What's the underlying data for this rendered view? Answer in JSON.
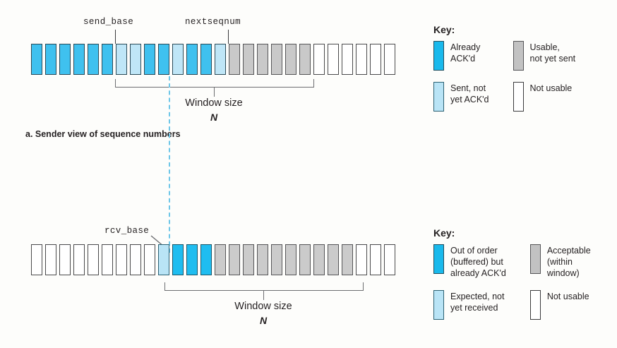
{
  "figure": {
    "sender": {
      "caption": "a. Sender view of sequence numbers",
      "pointer_send_base": "send_base",
      "pointer_nextseqnum": "nextseqnum",
      "window_label": "Window size",
      "window_n": "N",
      "cells": [
        "acked",
        "acked",
        "acked",
        "acked",
        "acked",
        "acked",
        "sent",
        "sent",
        "acked",
        "acked",
        "sent",
        "acked",
        "acked",
        "sent",
        "usable",
        "usable",
        "usable",
        "usable",
        "usable",
        "usable",
        "notusable",
        "notusable",
        "notusable",
        "notusable",
        "notusable",
        "notusable"
      ],
      "send_base_index": 6,
      "nextseqnum_index": 14,
      "window_start_index": 6,
      "window_end_index": 19,
      "window_count": 14
    },
    "receiver": {
      "pointer_rcv_base": "rcv_base",
      "window_label": "Window size",
      "window_n": "N",
      "cells": [
        "notusable",
        "notusable",
        "notusable",
        "notusable",
        "notusable",
        "notusable",
        "notusable",
        "notusable",
        "notusable",
        "expected",
        "outoforder",
        "outoforder",
        "outoforder",
        "acceptable",
        "acceptable",
        "acceptable",
        "acceptable",
        "acceptable",
        "acceptable",
        "acceptable",
        "acceptable",
        "acceptable",
        "acceptable",
        "notusable",
        "notusable",
        "notusable"
      ],
      "rcv_base_index": 9,
      "window_start_index": 9,
      "window_end_index": 22,
      "window_count": 14
    }
  },
  "key_top": {
    "title": "Key:",
    "items": [
      {
        "swatch": "acked",
        "label": "Already\nACK'd"
      },
      {
        "swatch": "usable",
        "label": "Usable,\nnot yet sent"
      },
      {
        "swatch": "sent",
        "label": "Sent, not\nyet ACK'd"
      },
      {
        "swatch": "notusable",
        "label": "Not usable"
      }
    ]
  },
  "key_bottom": {
    "title": "Key:",
    "items": [
      {
        "swatch": "acked",
        "label": "Out of order\n(buffered) but\nalready ACK'd"
      },
      {
        "swatch": "usable",
        "label": "Acceptable\n(within\nwindow)"
      },
      {
        "swatch": "sent",
        "label": "Expected, not\nyet received"
      },
      {
        "swatch": "notusable",
        "label": "Not usable"
      }
    ]
  },
  "colors": {
    "acked": "#3fc1ef",
    "sent": "#bfe6f7",
    "usable": "#c9c9c9",
    "notusable": "#ffffff",
    "outoforder": "#1fbdf0",
    "expected": "#b9e4f6",
    "acceptable": "#cbcbcb",
    "dashed_connector": "#6ec6e8",
    "bracket": "#6d6e71",
    "text": "#231f20",
    "background": "#fdfdfb"
  }
}
